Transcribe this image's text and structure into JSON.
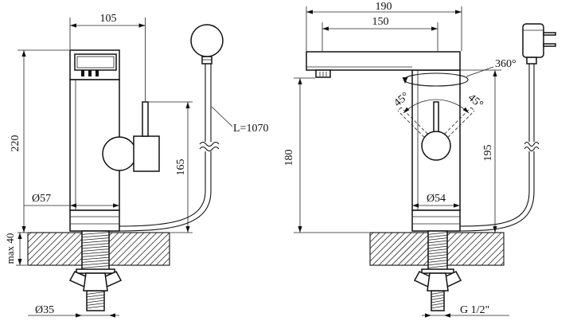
{
  "left_view": {
    "width_label": "105",
    "height_label": "220",
    "body_diameter_label": "Ø57",
    "hose_length_label": "L=1070",
    "lever_height_label": "165",
    "max_thickness_label": "max 40",
    "hole_diameter_label": "Ø35"
  },
  "right_view": {
    "overall_width_label": "190",
    "spout_length_label": "150",
    "rotation_label": "360°",
    "lever_angle_left_label": "45°",
    "lever_angle_right_label": "45°",
    "spout_height_label": "180",
    "total_height_label": "195",
    "body_diameter_label": "Ø54",
    "thread_label": "G 1/2\""
  }
}
